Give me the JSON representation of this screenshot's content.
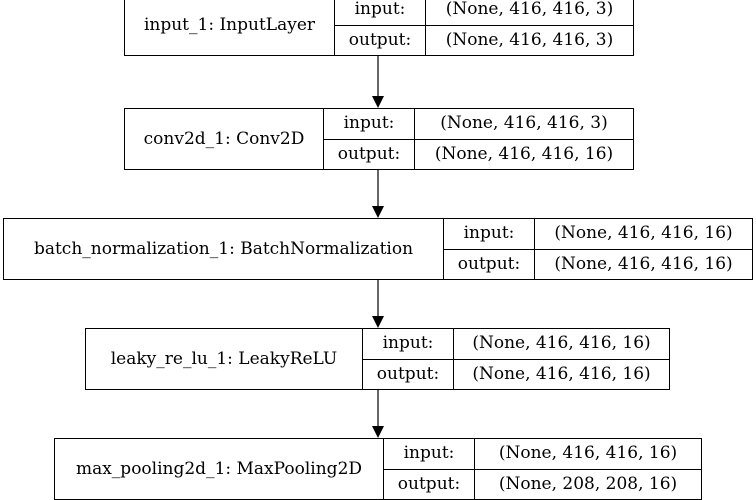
{
  "labels": {
    "input": "input:",
    "output": "output:"
  },
  "layers": [
    {
      "name": "input_1: InputLayer",
      "input_shape": "(None, 416, 416, 3)",
      "output_shape": "(None, 416, 416, 3)"
    },
    {
      "name": "conv2d_1: Conv2D",
      "input_shape": "(None, 416, 416, 3)",
      "output_shape": "(None, 416, 416, 16)"
    },
    {
      "name": "batch_normalization_1: BatchNormalization",
      "input_shape": "(None, 416, 416, 16)",
      "output_shape": "(None, 416, 416, 16)"
    },
    {
      "name": "leaky_re_lu_1: LeakyReLU",
      "input_shape": "(None, 416, 416, 16)",
      "output_shape": "(None, 416, 416, 16)"
    },
    {
      "name": "max_pooling2d_1: MaxPooling2D",
      "input_shape": "(None, 416, 416, 16)",
      "output_shape": "(None, 208, 208, 16)"
    }
  ]
}
